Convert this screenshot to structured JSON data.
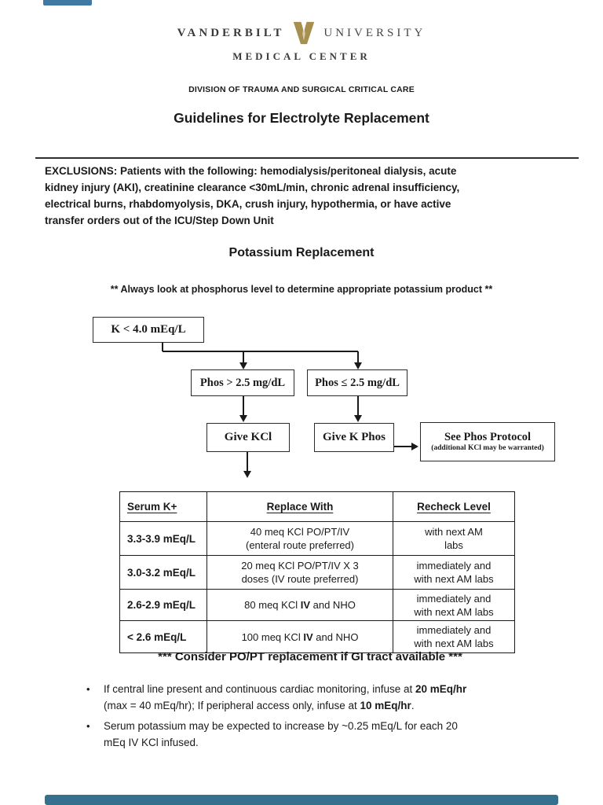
{
  "viewer": {
    "top_accent_color": "#4079a1",
    "bottom_bar_color": "#36708f"
  },
  "header": {
    "logo": {
      "word_left": "VANDERBILT",
      "word_right": "UNIVERSITY",
      "line2": "MEDICAL CENTER",
      "v_icon_color": "#a7904f"
    },
    "division": "DIVISION OF TRAUMA AND SURGICAL CRITICAL CARE",
    "title": "Guidelines for Electrolyte Replacement"
  },
  "exclusions": {
    "lines": [
      "EXCLUSIONS: Patients with the following: hemodialysis/peritoneal dialysis, acute",
      "kidney injury (AKI), creatinine clearance <30mL/min, chronic adrenal insufficiency,",
      "electrical burns, rhabdomyolysis, DKA, crush injury, hypothermia, or have active",
      "transfer orders out of the ICU/Step Down Unit"
    ]
  },
  "section": {
    "heading": "Potassium Replacement",
    "note": "** Always look at phosphorus level to determine appropriate potassium product **"
  },
  "flowchart": {
    "k_box": "K < 4.0 mEq/L",
    "phos_high": "Phos > 2.5 mg/dL",
    "phos_low": "Phos ≤ 2.5 mg/dL",
    "give_kcl": "Give KCl",
    "give_kphos": "Give K Phos",
    "see_phos_line1": "See Phos Protocol",
    "see_phos_line2": "(additional KCl may be warranted)"
  },
  "table": {
    "headers": [
      "Serum K+",
      "Replace With",
      "Recheck Level"
    ],
    "rows": [
      {
        "k": "3.3-3.9 mEq/L",
        "r1": "40 meq KCl PO/PT/IV",
        "r2": "(enteral route preferred)",
        "c1": "with next AM",
        "c2": "labs"
      },
      {
        "k": "3.0-3.2 mEq/L",
        "r1": "20 meq KCl PO/PT/IV X 3",
        "r2": "doses (IV route preferred)",
        "c1": "immediately and",
        "c2": "with next AM labs"
      },
      {
        "k": "2.6-2.9 mEq/L",
        "rpre": "80 meq KCl ",
        "rbold": "IV",
        "rpost": " and NHO",
        "c1": "immediately and",
        "c2": "with next AM labs"
      },
      {
        "k": "< 2.6 mEq/L",
        "rpre": "100 meq KCl ",
        "rbold": "IV",
        "rpost": " and NHO",
        "c1": "immediately and",
        "c2": "with next AM labs"
      }
    ],
    "footnote": "*** Consider PO/PT replacement if GI tract available ***"
  },
  "bullets": {
    "char": "•",
    "item1": {
      "l1_pre": "If central line present and continuous cardiac monitoring, infuse at ",
      "l1_bold": "20 mEq/hr",
      "l2_pre": "(max = 40 mEq/hr); If peripheral access only, infuse at ",
      "l2_bold": "10 mEq/hr",
      "l2_post": "."
    },
    "item2": {
      "l1": "Serum potassium may be expected to increase by ~0.25 mEq/L for each 20",
      "l2": "mEq IV KCl infused."
    }
  }
}
